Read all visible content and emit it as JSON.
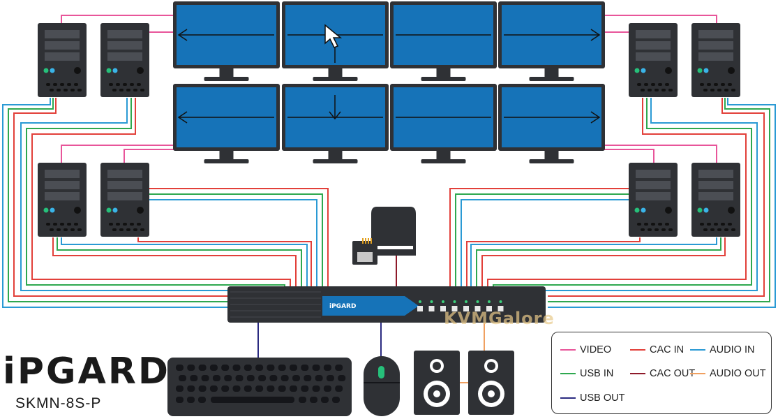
{
  "brand": {
    "logo_text": "iPGARD",
    "model": "SKMN-8S-P",
    "device_label": "iPGARD",
    "watermark": "KVMGalore"
  },
  "colors": {
    "video": "#e8559a",
    "cac_in": "#e2403a",
    "audio_in": "#2a9ad4",
    "usb_in": "#2ea84f",
    "cac_out": "#8e1a2a",
    "audio_out": "#f0a060",
    "usb_out": "#2a2a80",
    "monitor_screen": "#1673b8",
    "dark_hardware": "#2f3135"
  },
  "legend": [
    {
      "key": "video",
      "label": "VIDEO",
      "color": "#e8559a"
    },
    {
      "key": "cac_in",
      "label": "CAC IN",
      "color": "#e2403a"
    },
    {
      "key": "audio_in",
      "label": "AUDIO IN",
      "color": "#2a9ad4"
    },
    {
      "key": "usb_in",
      "label": "USB IN",
      "color": "#2ea84f"
    },
    {
      "key": "cac_out",
      "label": "CAC OUT",
      "color": "#8e1a2a"
    },
    {
      "key": "audio_out",
      "label": "AUDIO OUT",
      "color": "#f0a060"
    },
    {
      "key": "usb_out",
      "label": "USB OUT",
      "color": "#2a2a80"
    }
  ],
  "components": {
    "computers": 8,
    "monitors": 8,
    "peripherals": [
      "keyboard-icon",
      "mouse-icon",
      "speaker-icon",
      "card-reader-icon"
    ]
  }
}
